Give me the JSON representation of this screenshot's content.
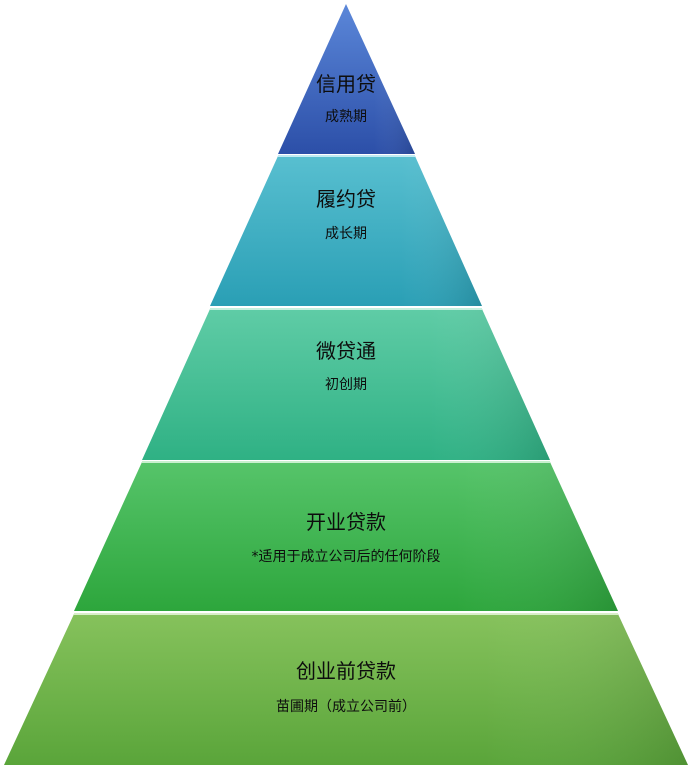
{
  "pyramid": {
    "tiers": [
      {
        "title": "信用贷",
        "subtitle": "成熟期",
        "color_top": "#5b87d9",
        "color_bottom": "#2c4fa8"
      },
      {
        "title": "履约贷",
        "subtitle": "成长期",
        "color_top": "#58bfd0",
        "color_bottom": "#2a9fb5"
      },
      {
        "title": "微贷通",
        "subtitle": "初创期",
        "color_top": "#5fcca6",
        "color_bottom": "#2fb184"
      },
      {
        "title": "开业贷款",
        "subtitle": "*适用于成立公司后的任何阶段",
        "color_top": "#56c46a",
        "color_bottom": "#2da63c"
      },
      {
        "title": "创业前贷款",
        "subtitle": "苗圃期（成立公司前）",
        "color_top": "#86c25c",
        "color_bottom": "#5aa53a"
      }
    ]
  }
}
